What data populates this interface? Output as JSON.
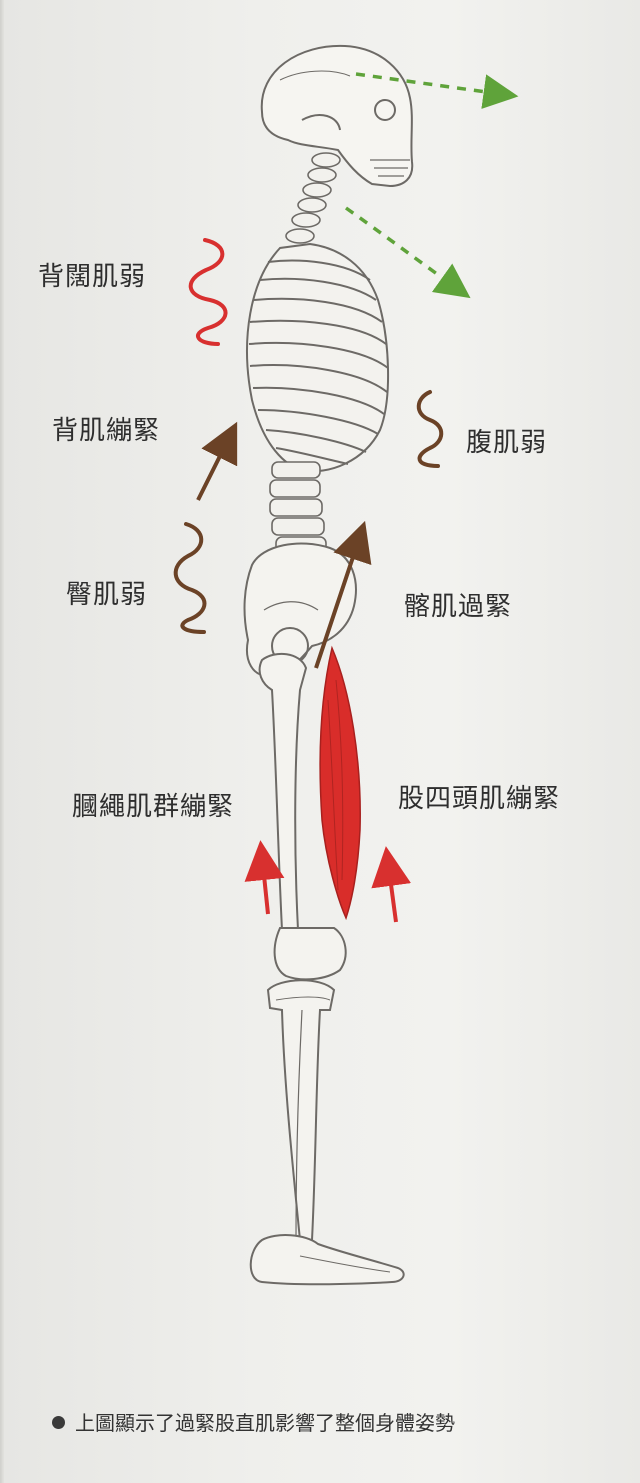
{
  "labels": {
    "latissimus": "背闊肌弱",
    "back": "背肌繃緊",
    "abdominals": "腹肌弱",
    "gluteals": "臀肌弱",
    "hip_flexors": "髂肌過緊",
    "hamstrings": "膕繩肌群繃緊",
    "quadriceps": "股四頭肌繃緊"
  },
  "caption": "上圖顯示了過緊股直肌影響了整個身體姿勢",
  "colors": {
    "green_arrow": "#5fa33a",
    "red": "#d8302f",
    "brown": "#6b4226",
    "muscle": "#d92d2a",
    "bone_stroke": "#6d6a66"
  },
  "icons": {
    "green_arrows": "dashed-arrow-icon",
    "wavy_weak": "wavy-line-icon",
    "tension": "arrow-up-icon"
  }
}
